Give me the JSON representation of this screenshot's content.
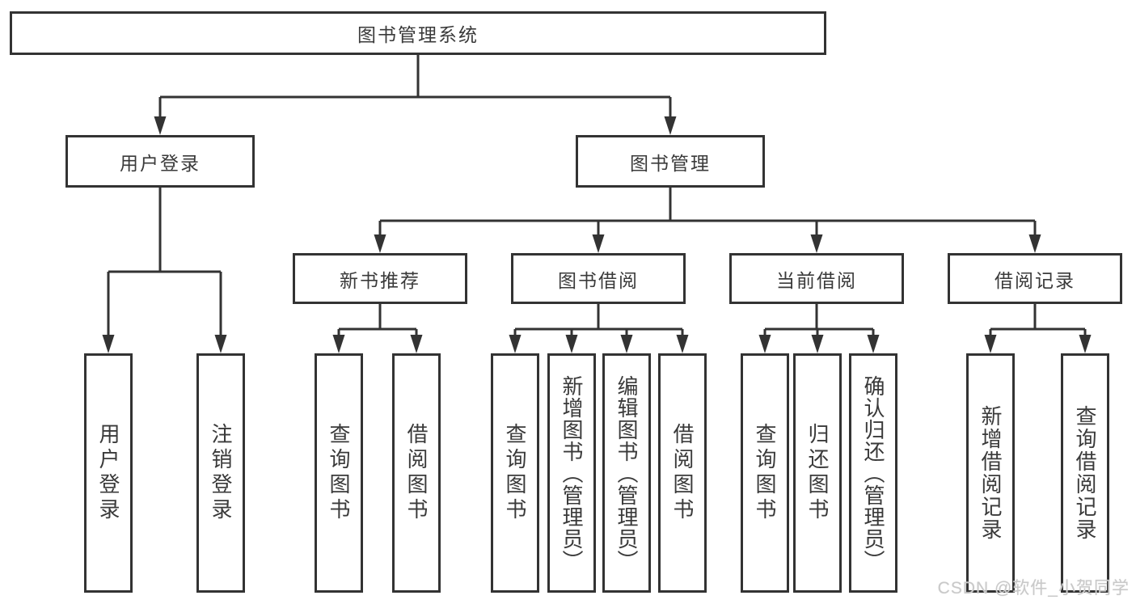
{
  "diagram": {
    "title": "图书管理系统",
    "root": {
      "label": "图书管理系统"
    },
    "level2": [
      {
        "label": "用户登录"
      },
      {
        "label": "图书管理"
      }
    ],
    "level3": [
      {
        "label": "新书推荐"
      },
      {
        "label": "图书借阅"
      },
      {
        "label": "当前借阅"
      },
      {
        "label": "借阅记录"
      }
    ],
    "leaves": {
      "user_login": [
        {
          "label": "用户登录"
        },
        {
          "label": "注销登录"
        }
      ],
      "new_books": [
        {
          "label": "查询图书"
        },
        {
          "label": "借阅图书"
        }
      ],
      "book_borrow": [
        {
          "label": "查询图书"
        },
        {
          "label": "新增图书（管理员）"
        },
        {
          "label": "编辑图书（管理员）"
        },
        {
          "label": "借阅图书"
        }
      ],
      "current_borrow": [
        {
          "label": "查询图书"
        },
        {
          "label": "归还图书"
        },
        {
          "label": "确认归还（管理员）"
        }
      ],
      "borrow_records": [
        {
          "label": "新增借阅记录"
        },
        {
          "label": "查询借阅记录"
        }
      ]
    }
  },
  "watermark": {
    "text": "CSDN @软件_小贺同学"
  },
  "colors": {
    "line": "#333333",
    "text": "#3a3a3a",
    "background": "#ffffff",
    "watermark": "#c9c9c9"
  }
}
